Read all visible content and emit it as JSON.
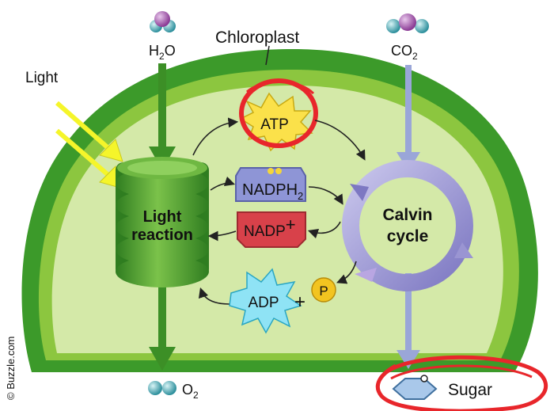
{
  "labels": {
    "chloroplast": "Chloroplast",
    "light": "Light",
    "water_main": "H",
    "water_sub": "2",
    "water_end": "O",
    "co2_main": "CO",
    "co2_sub": "2",
    "oxygen_main": "O",
    "oxygen_sub": "2",
    "atp": "ATP",
    "nadph_main": "NADPH",
    "nadph_sub": "2",
    "nadp": "NADP",
    "nadp_plus": "+",
    "light_reaction_line1": "Light",
    "light_reaction_line2": "reaction",
    "calvin_line1": "Calvin",
    "calvin_line2": "cycle",
    "adp": "ADP",
    "plus": "+",
    "phosphate": "P",
    "sugar": "Sugar",
    "watermark": "© Buzzle.com"
  },
  "colors": {
    "outer_membrane": "#3c9a2a",
    "inner_membrane": "#8cc63f",
    "stroma": "#d4e9a8",
    "grana": "#4c9e2e",
    "annotation_red": "#e8262b",
    "atp_burst": "#fbe14a",
    "nadph_box": "#8e95d6",
    "nadp_box": "#d8414a",
    "adp_burst": "#8fe3f5",
    "calvin_ring": "#a8a4d8"
  }
}
